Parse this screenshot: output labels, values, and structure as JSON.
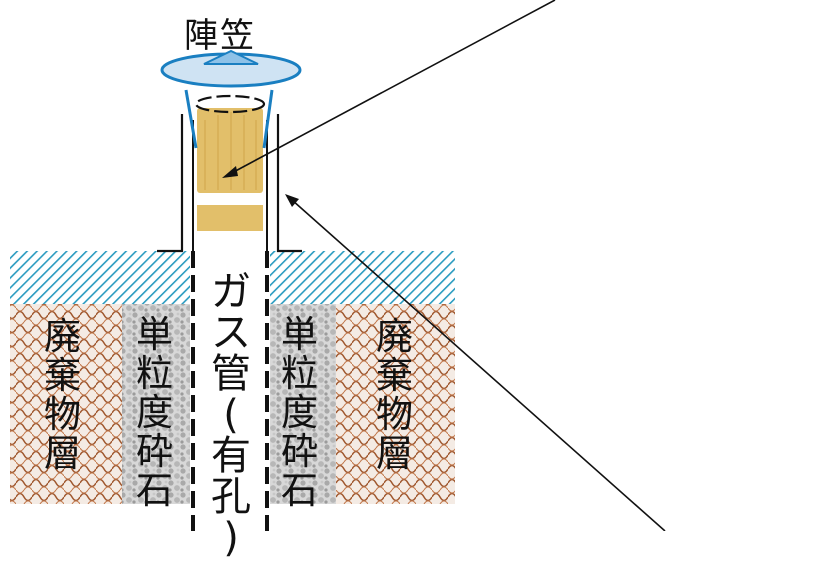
{
  "labels": {
    "cap": "陣笠",
    "gas_pipe": "ガス管(有孔)",
    "gravel_left": "単粒度砕石",
    "gravel_right": "単粒度砕石",
    "waste_left": "廃棄物層",
    "waste_right": "廃棄物層"
  },
  "colors": {
    "cap_fill": "#cfe3f3",
    "cap_stroke": "#1a7fc1",
    "cap_arrow": "#8ec2e8",
    "filter": "#e2bf6a",
    "cover_hatch": "#2a9bc0",
    "waste_pattern": "#a0582f",
    "gravel": "#c4c4c4",
    "line": "#111111"
  }
}
